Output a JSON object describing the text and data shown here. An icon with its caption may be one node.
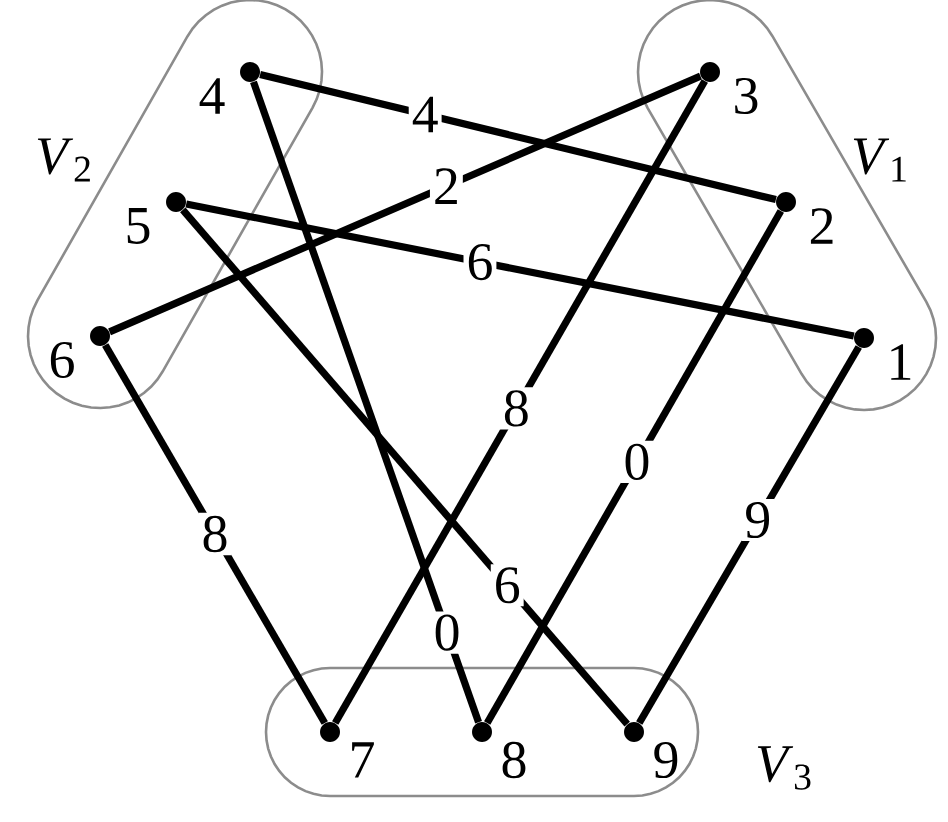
{
  "diagram": {
    "nodes": [
      {
        "text": [
          "*V*$_{2}$"
        ]
      },
      {
        "text": [],
        "shape": "circle",
        "beside": [
          "4"
        ],
        "in": 0
      },
      {
        "text": [],
        "shape": "circle",
        "beside": [
          "5"
        ],
        "in": 0
      },
      {
        "text": [],
        "shape": "circle",
        "beside": [
          "6"
        ],
        "in": 0
      },
      {
        "text": [
          "*V*$_{1}$"
        ]
      },
      {
        "text": [],
        "shape": "circle",
        "beside": [
          "3"
        ],
        "in": 4
      },
      {
        "text": [],
        "shape": "circle",
        "beside": [
          "2"
        ],
        "in": 4
      },
      {
        "text": [],
        "shape": "circle",
        "beside": [
          "1"
        ],
        "in": 4
      },
      {
        "text": [
          "*V*$_{3}$"
        ]
      },
      {
        "text": [],
        "shape": "circle",
        "beside": [
          "7"
        ],
        "in": 8
      },
      {
        "text": [],
        "shape": "circle",
        "beside": [
          "8"
        ],
        "in": 8
      },
      {
        "text": [],
        "shape": "circle",
        "beside": [
          "9"
        ],
        "in": 8
      }
    ],
    "edges": [
      {
        "from": 1,
        "to": 6,
        "arrow": "none",
        "label": "4"
      },
      {
        "from": 3,
        "to": 5,
        "arrow": "none",
        "label": "2"
      },
      {
        "from": 2,
        "to": 7,
        "arrow": "none",
        "label": "6"
      },
      {
        "from": 5,
        "to": 9,
        "arrow": "none",
        "label": "8"
      },
      {
        "from": 6,
        "to": 10,
        "arrow": "none",
        "label": "0"
      },
      {
        "from": 7,
        "to": 11,
        "arrow": "none",
        "label": "9"
      },
      {
        "from": 3,
        "to": 9,
        "arrow": "none",
        "label": "8"
      },
      {
        "from": 1,
        "to": 10,
        "arrow": "none",
        "label": "0"
      },
      {
        "from": 2,
        "to": 11,
        "arrow": "none",
        "label": "6"
      }
    ]
  }
}
